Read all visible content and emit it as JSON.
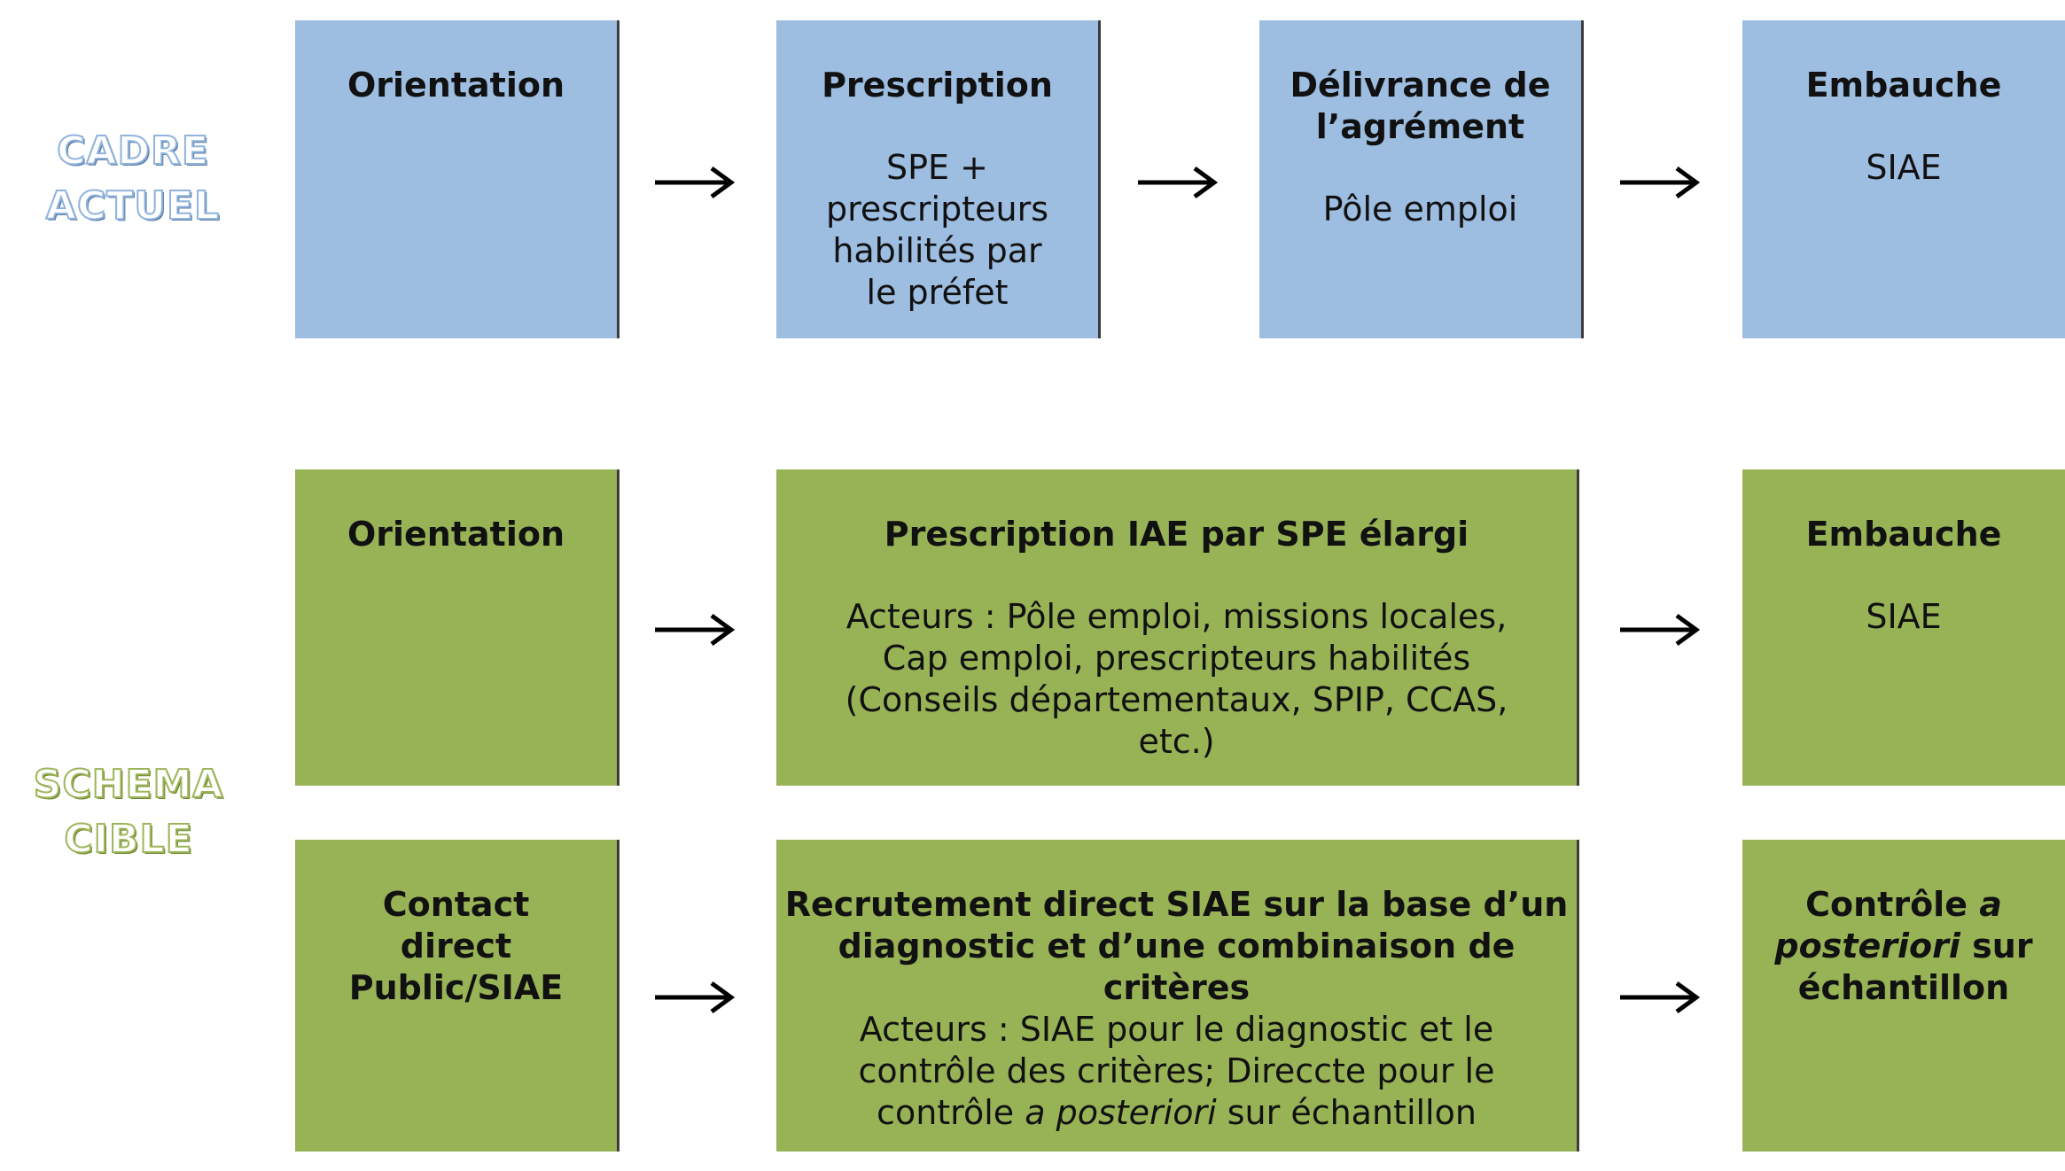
{
  "cadre_actuel": {
    "label": [
      "CADRE",
      "ACTUEL"
    ],
    "steps": [
      {
        "title": "Orientation",
        "body": []
      },
      {
        "title": "Prescription",
        "body": [
          "SPE +",
          "prescripteurs",
          "habilités par",
          "le préfet"
        ]
      },
      {
        "title_lines": [
          "Délivrance de",
          "l’agrément"
        ],
        "body": [
          "Pôle emploi"
        ]
      },
      {
        "title": "Embauche",
        "body": [
          "SIAE"
        ]
      }
    ]
  },
  "schema_cible": {
    "label": [
      "SCHEMA",
      "CIBLE"
    ],
    "row1": [
      {
        "title": "Orientation",
        "body": []
      },
      {
        "title": "Prescription IAE par SPE élargi",
        "body": [
          "Acteurs : Pôle emploi, missions locales,",
          "Cap emploi, prescripteurs habilités",
          "(Conseils départementaux, SPIP, CCAS,",
          "etc.)"
        ]
      },
      {
        "title": "Embauche",
        "body": [
          "SIAE"
        ]
      }
    ],
    "row2": [
      {
        "title_lines": [
          "Contact",
          "direct",
          "Public/SIAE"
        ],
        "body": []
      },
      {
        "title_lines": [
          "Recrutement direct SIAE sur la base d’un",
          "diagnostic et d’une combinaison de",
          "critères"
        ],
        "body_lines": [
          "Acteurs : SIAE pour le diagnostic et le",
          "contrôle des critères; Direccte pour le"
        ],
        "body_last": {
          "pre": "contrôle ",
          "italic": "a posteriori",
          "post": " sur échantillon"
        }
      },
      {
        "title_l1": {
          "pre": "Contrôle ",
          "italic": "a"
        },
        "title_l2": {
          "italic": "posteriori",
          "post": " sur"
        },
        "title_l3": "échantillon"
      }
    ]
  },
  "colors": {
    "blue_box": "#9dbde1",
    "green_box": "#98b356",
    "arrow": "#000000"
  },
  "icons": {
    "connector": "right-arrow-icon"
  }
}
